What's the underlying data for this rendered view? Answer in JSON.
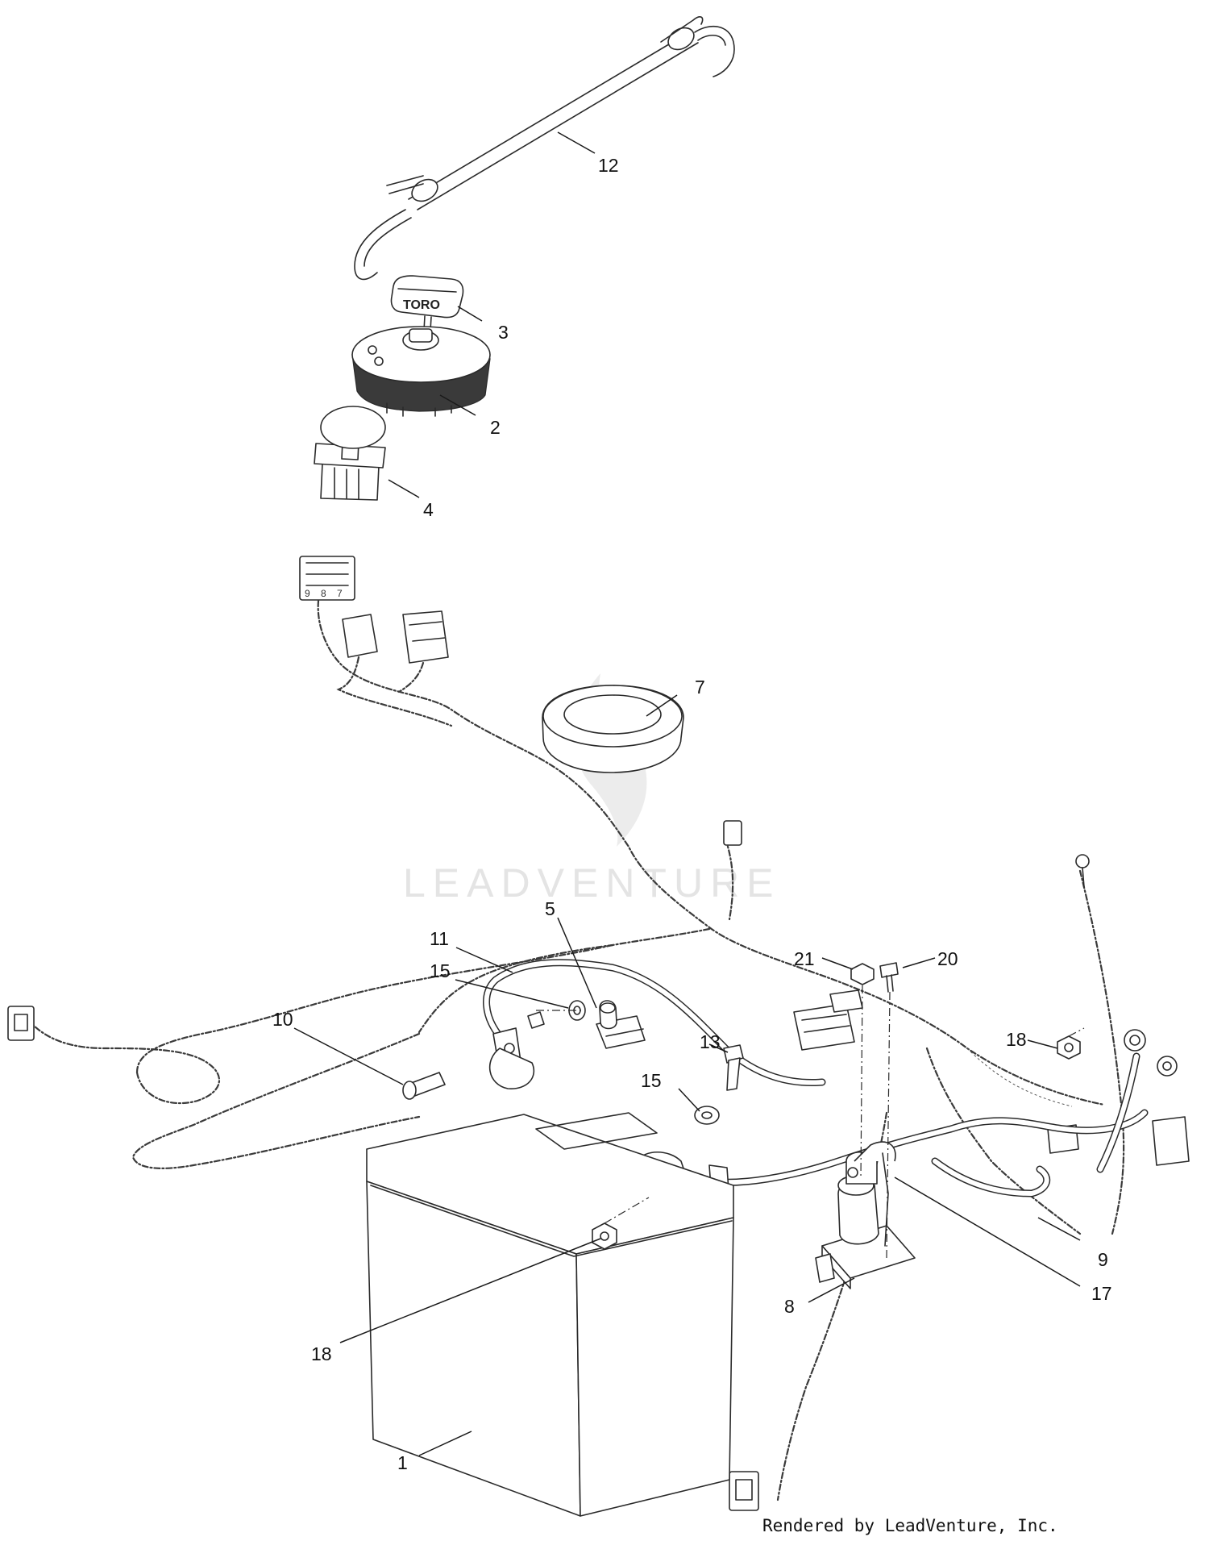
{
  "watermark": {
    "text": "LEADVENTURE"
  },
  "credit": "Rendered by LeadVenture, Inc.",
  "key_brand": "TORO",
  "connector_pins": [
    "9",
    "8",
    "7"
  ],
  "callouts": {
    "c1": "1",
    "c2": "2",
    "c3": "3",
    "c4": "4",
    "c5": "5",
    "c7": "7",
    "c8": "8",
    "c9": "9",
    "c10": "10",
    "c11": "11",
    "c12": "12",
    "c13": "13",
    "c15a": "15",
    "c15b": "15",
    "c17": "17",
    "c18a": "18",
    "c18b": "18",
    "c20": "20",
    "c21": "21"
  }
}
